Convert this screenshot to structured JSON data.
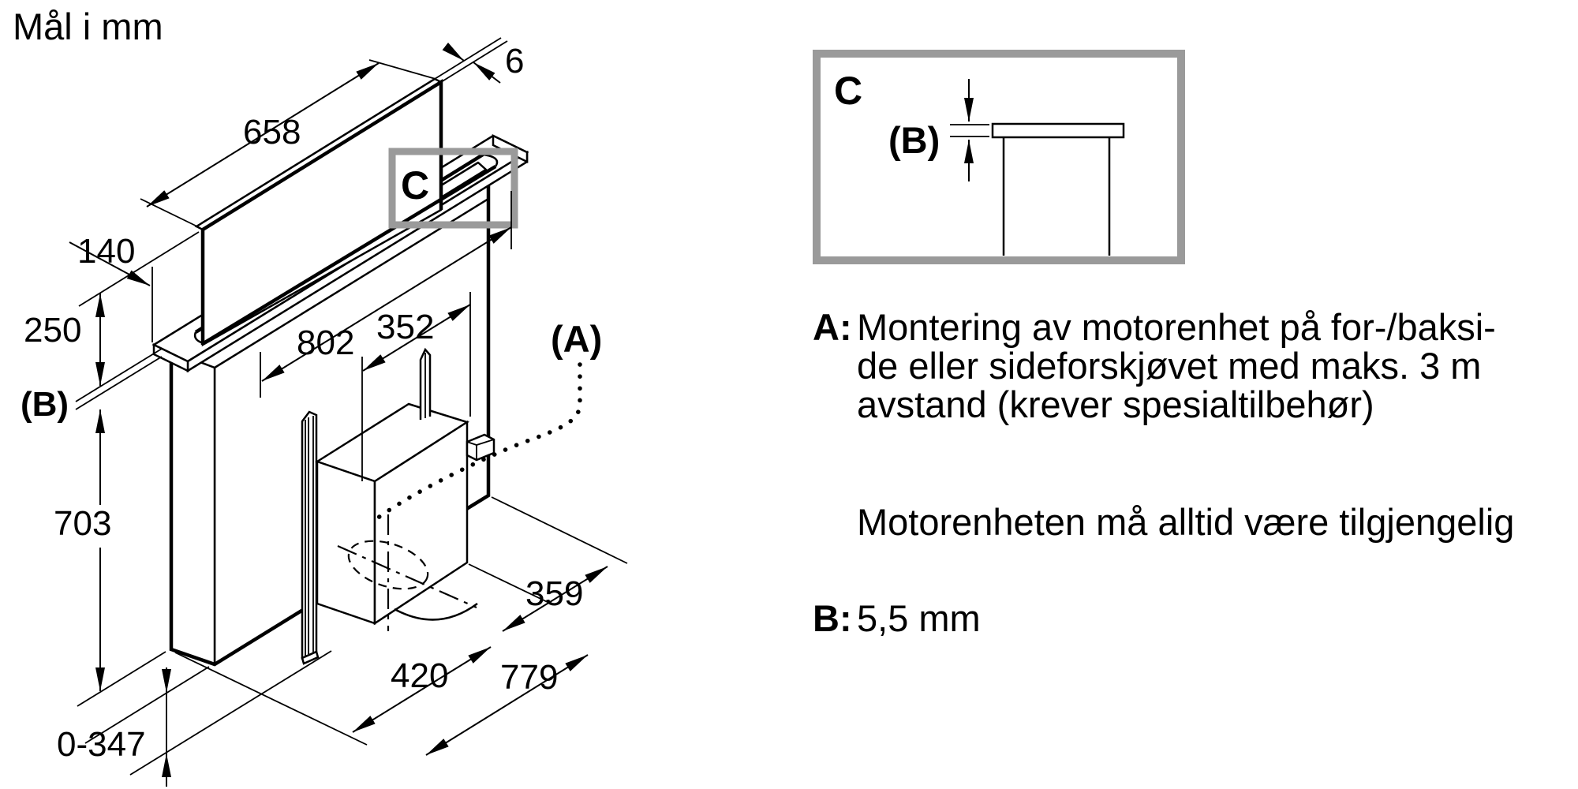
{
  "title": "Mål i mm",
  "colors": {
    "line": "#000000",
    "highlight_box": "#9a9a9a",
    "background": "#ffffff"
  },
  "drawing": {
    "dimensions": {
      "glass_width": "658",
      "glass_thickness": "6",
      "front_offset": "140",
      "riser_height": "250",
      "lip_ref": "(B)",
      "body_height": "703",
      "adjust_range": "0-347",
      "cutout_width": "802",
      "motor_width": "352",
      "clearance_right": "359",
      "depth_front": "420",
      "depth_total": "779"
    },
    "callouts": {
      "detail_ref": "C",
      "motor_ref": "(A)"
    }
  },
  "detail_box": {
    "label": "C",
    "dim_label": "(B)"
  },
  "notes": {
    "a_label": "A:",
    "a_line1": "Montering av motorenhet på for-/baksi-",
    "a_line2": "de eller sideforskjøvet med maks. 3 m",
    "a_line3": "avstand (krever spesialtilbehør)",
    "access_note": "Motorenheten må alltid være tilgjengelig",
    "b_label": "B:",
    "b_value": "5,5 mm"
  }
}
